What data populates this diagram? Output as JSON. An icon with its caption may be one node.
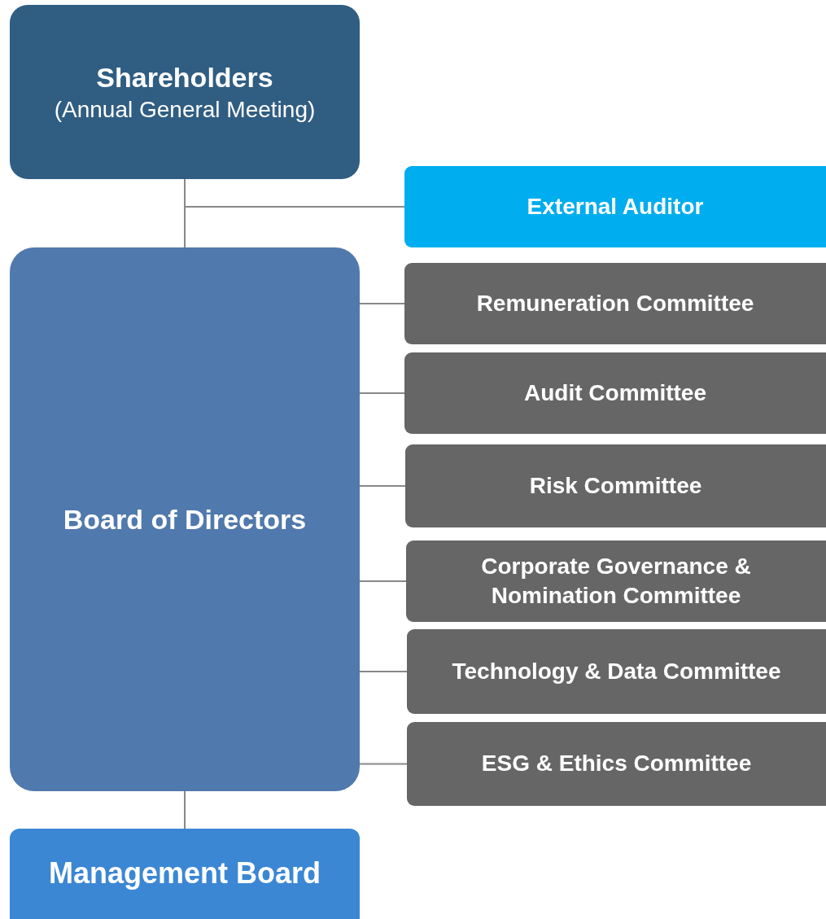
{
  "diagram": {
    "nodes": [
      {
        "text": [
          "Shareholders",
          "(Annual General Meeting)"
        ]
      },
      {
        "text": [
          "External Auditor"
        ]
      },
      {
        "text": [
          "Board of Directors"
        ]
      },
      {
        "text": [
          "Remuneration Committee"
        ]
      },
      {
        "text": [
          "Audit Committee"
        ]
      },
      {
        "text": [
          "Risk Committee"
        ]
      },
      {
        "text": [
          "Corporate Governance & Nomination Committee"
        ]
      },
      {
        "text": [
          "Technology & Data Committee"
        ]
      },
      {
        "text": [
          "ESG & Ethics Committee"
        ]
      },
      {
        "text": [
          "Management Board"
        ]
      }
    ],
    "edges": [
      {
        "from": 0,
        "to": 2,
        "arrow": "none"
      },
      {
        "from": 0,
        "to": 1,
        "arrow": "none"
      },
      {
        "from": 2,
        "to": 3,
        "arrow": "none"
      },
      {
        "from": 2,
        "to": 4,
        "arrow": "none"
      },
      {
        "from": 2,
        "to": 5,
        "arrow": "none"
      },
      {
        "from": 2,
        "to": 6,
        "arrow": "none"
      },
      {
        "from": 2,
        "to": 7,
        "arrow": "none"
      },
      {
        "from": 2,
        "to": 8,
        "arrow": "none"
      },
      {
        "from": 2,
        "to": 9,
        "arrow": "none"
      }
    ]
  }
}
